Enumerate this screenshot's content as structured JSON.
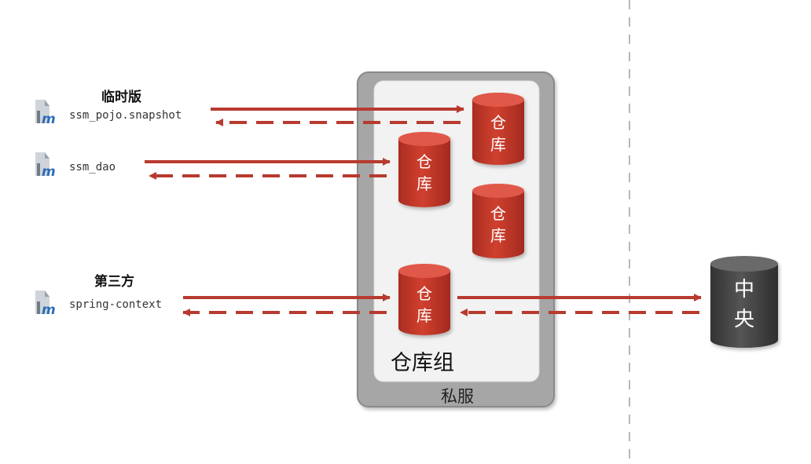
{
  "modules": [
    {
      "tag": "临时版",
      "name": "ssm_pojo.snapshot",
      "icon": "maven-file-icon"
    },
    {
      "tag": "",
      "name": "ssm_dao",
      "icon": "maven-file-icon"
    },
    {
      "tag": "第三方",
      "name": "spring-context",
      "icon": "maven-file-icon"
    }
  ],
  "private_server": {
    "label": "私服",
    "group_label": "仓库组",
    "repositories": [
      {
        "line1": "仓",
        "line2": "库"
      },
      {
        "line1": "仓",
        "line2": "库"
      },
      {
        "line1": "仓",
        "line2": "库"
      },
      {
        "line1": "仓",
        "line2": "库"
      }
    ]
  },
  "central": {
    "line1": "中",
    "line2": "央"
  },
  "colors": {
    "arrow": "#b83a2f",
    "cylinder": "#c0392b",
    "central": "#444444",
    "server_frame": "#a6a6a6",
    "server_inner": "#f2f2f2",
    "divider": "#b8b8b8"
  }
}
